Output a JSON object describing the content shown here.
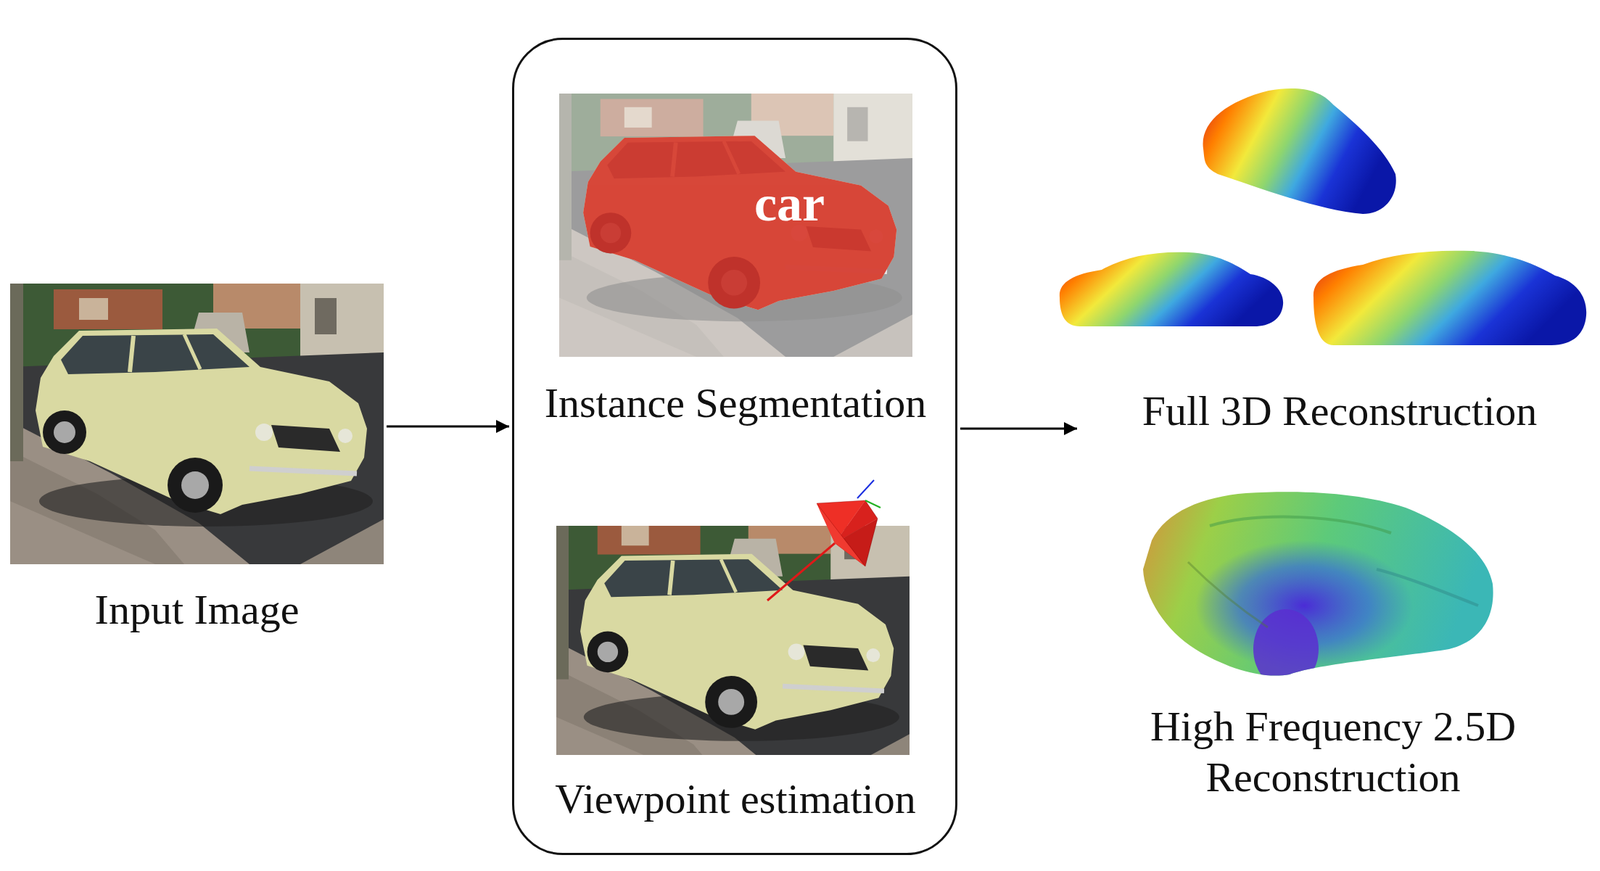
{
  "diagram": {
    "nodes": [
      {
        "text": [
          "Input Image"
        ]
      },
      {
        "text": []
      },
      {
        "text": [
          "car",
          "Instance Segmentation"
        ],
        "in": 1
      },
      {
        "text": [
          "Viewpoint estimation"
        ],
        "in": 1
      },
      {
        "text": [
          "Full 3D Reconstruction"
        ]
      },
      {
        "text": [
          "High Frequency 2.5D Reconstruction"
        ]
      }
    ],
    "edges": [
      {
        "from": 0,
        "to": 1,
        "arrow": "to"
      },
      {
        "from": 1,
        "to": 4,
        "arrow": "to"
      }
    ]
  }
}
